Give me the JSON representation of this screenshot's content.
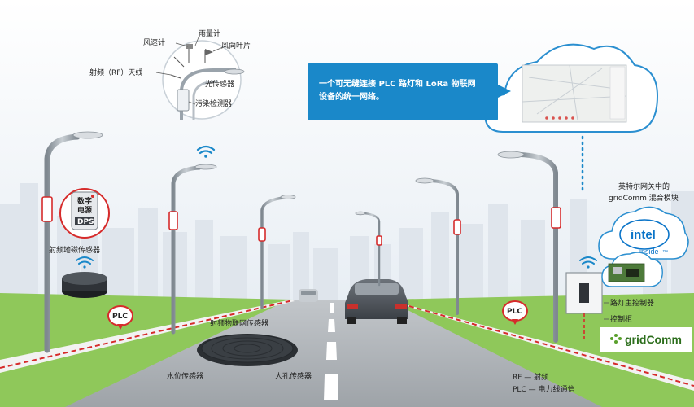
{
  "top_sensors": {
    "wind_speed": "风速计",
    "rain_gauge": "雨量计",
    "wind_vane": "风向叶片",
    "rf_antenna": "射频（RF）天线",
    "light_sensor": "光传感器",
    "pollution_sensor": "污染检测器"
  },
  "callout": {
    "line1": "一个可无缝连接 PLC 路灯和 LoRa 物联网",
    "line2": "设备的统一网络。"
  },
  "gateway": {
    "line1": "英特尔网关中的",
    "line2": "gridComm 混合模块",
    "intel_word": "intel",
    "intel_inside": "inside",
    "tm": "™"
  },
  "power_box": {
    "line1": "数字",
    "line2": "电源",
    "dps": "DPS"
  },
  "labels": {
    "rf_ground_sensor": "射频地磁传感器",
    "plc_left": "PLC",
    "plc_right": "PLC",
    "rf_iot_sensor": "射频物联网传感器",
    "water_level_sensor": "水位传感器",
    "manhole_sensor": "人孔传感器",
    "streetlight_controller": "路灯主控制器",
    "control_cabinet": "控制柜",
    "gridcomm_logo": "gridComm"
  },
  "legend": {
    "rf": "RF — 射频",
    "plc": "PLC — 电力线通信"
  },
  "colors": {
    "sky": "#eef3f8",
    "skyline": "#dfe5ec",
    "grass": "#8fc85a",
    "road": "#a9adb2",
    "callout_blue": "#1a88c9",
    "cloud_border": "#2b8fd0",
    "plc_red": "#d62b2b",
    "lamp_pole": "#9aa3ab",
    "wifi_blue": "#1a88c9",
    "gridcomm_green": "#5aa02c"
  }
}
